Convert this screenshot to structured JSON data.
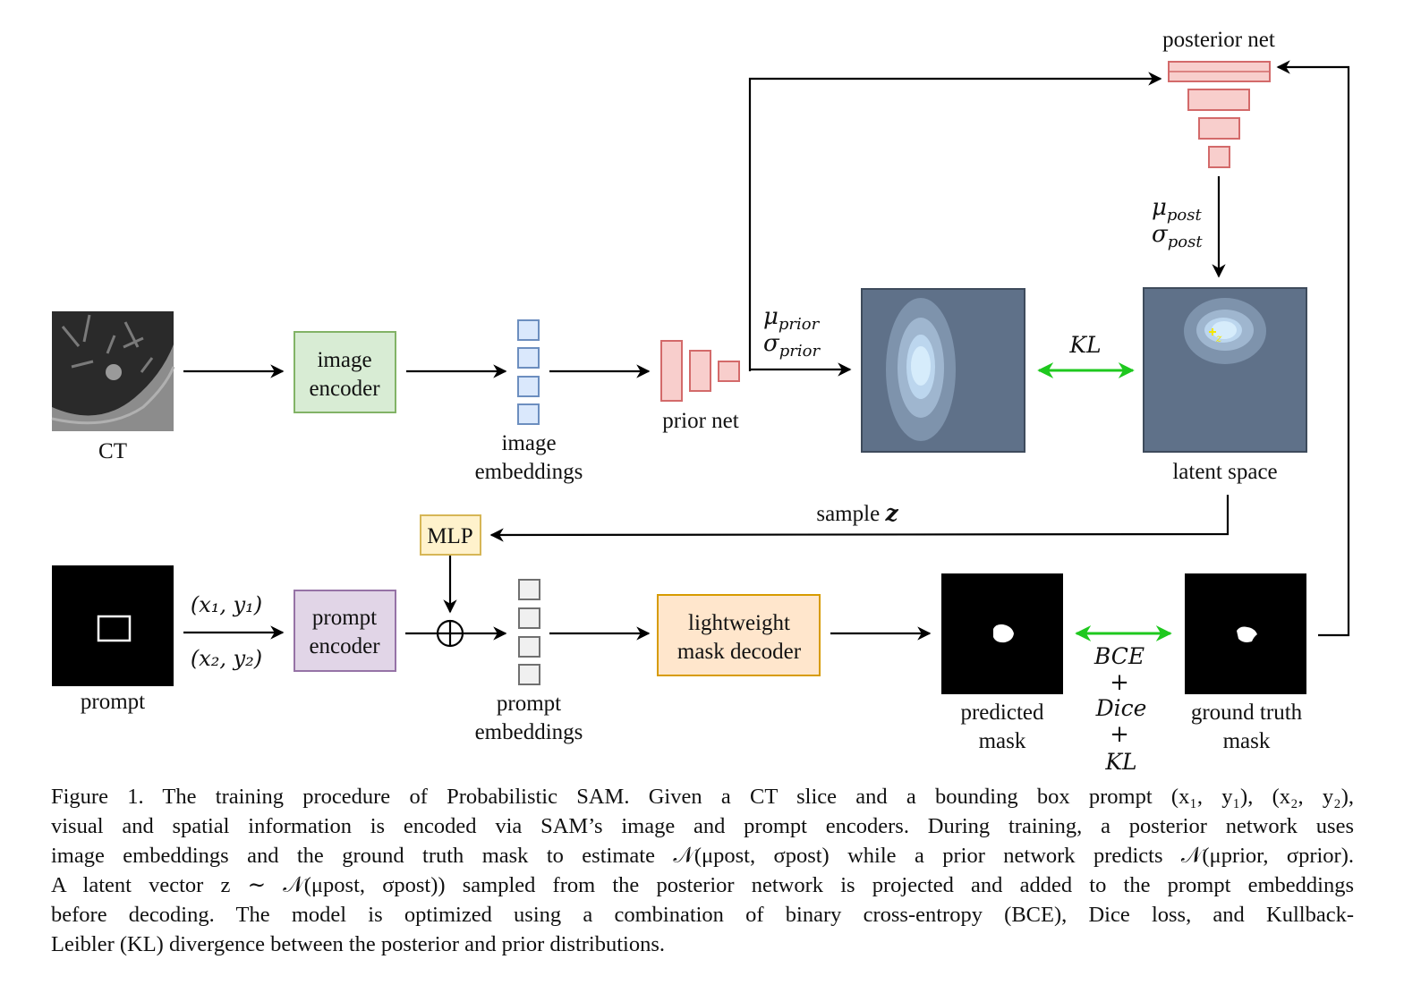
{
  "nodes": {
    "ct": "CT",
    "image_encoder": [
      "image",
      "encoder"
    ],
    "image_embeddings": [
      "image",
      "embeddings"
    ],
    "prior_net": "prior net",
    "posterior_net": "posterior net",
    "latent_space": "latent space",
    "sample_z": [
      "sample ",
      "z"
    ],
    "mlp": "MLP",
    "prompt": "prompt",
    "prompt_encoder": [
      "prompt",
      "encoder"
    ],
    "prompt_embeddings": [
      "prompt",
      "embeddings"
    ],
    "mask_decoder": [
      "lightweight",
      "mask decoder"
    ],
    "predicted_mask": [
      "predicted",
      "mask"
    ],
    "ground_truth_mask": [
      "ground truth",
      "mask"
    ]
  },
  "math": {
    "mu_prior": [
      "μ",
      "prior"
    ],
    "sigma_prior": [
      "σ",
      "prior"
    ],
    "mu_post": [
      "μ",
      "post"
    ],
    "sigma_post": [
      "σ",
      "post"
    ],
    "kl": "KL",
    "coord1": "(x₁, y₁)",
    "coord2": "(x₂, y₂)",
    "loss_bce": "BCE",
    "loss_plus": "+",
    "loss_dice": "Dice",
    "loss_kl": "KL"
  },
  "colors": {
    "encoder_green_fill": "#d8ecd4",
    "encoder_green_stroke": "#82b366",
    "embed_blue_fill": "#dae8fc",
    "embed_blue_stroke": "#6c8ebf",
    "net_red_fill": "#f8cecc",
    "net_red_stroke": "#d36a6a",
    "prompt_purple_fill": "#e1d5e7",
    "prompt_purple_stroke": "#9673a6",
    "mlp_yellow_fill": "#fff2cc",
    "mlp_yellow_stroke": "#d6b656",
    "decoder_orange_fill": "#ffe6cc",
    "decoder_orange_stroke": "#d79b00",
    "latent_bg": "#5f7189",
    "kl_green": "#1ec81e"
  },
  "caption": [
    "Figure 1. The training procedure of Probabilistic SAM. Given a CT slice and a bounding box prompt (x₁, y₁), (x₂, y₂),",
    "visual and spatial information is encoded via SAM’s image and prompt encoders. During training, a posterior network uses",
    "image embeddings and the ground truth mask to estimate 𝒩(μpost, σpost) while a prior network predicts 𝒩(μprior, σprior).",
    "A latent vector z ∼ 𝒩(μpost, σpost)) sampled from the posterior network is projected and added to the prompt embeddings",
    "before decoding. The model is optimized using a combination of binary cross-entropy (BCE), Dice loss, and Kullback-",
    "Leibler (KL) divergence between the posterior and prior distributions."
  ]
}
